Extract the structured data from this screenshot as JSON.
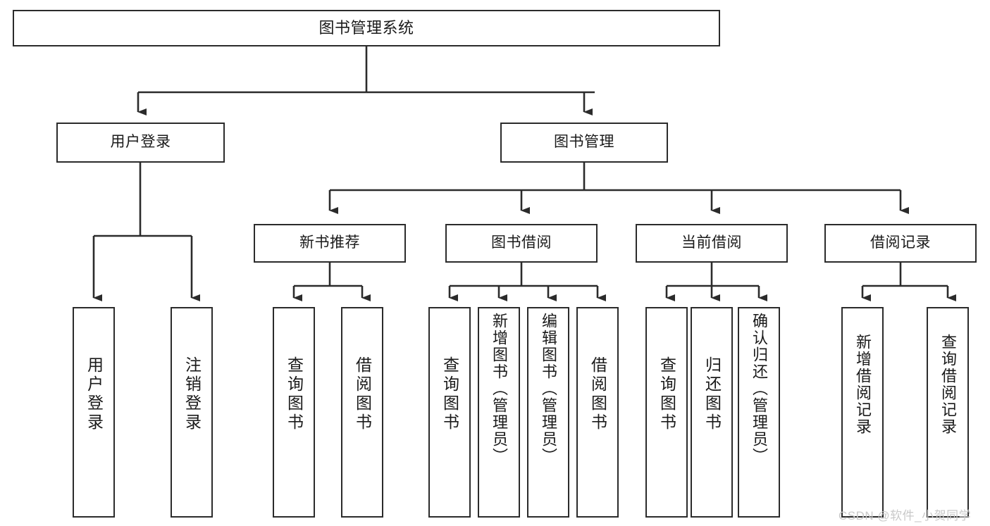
{
  "diagram": {
    "title": "图书管理系统",
    "type": "tree-hierarchy",
    "watermark": "CSDN @软件_小贺同学",
    "style": {
      "box_border": "#2b2b2b",
      "box_fill": "#ffffff",
      "line_color": "#2b2b2b",
      "text_color": "#1a1a1a",
      "watermark_color": "#c9c9c9",
      "background": "#ffffff"
    },
    "nodes": {
      "root": {
        "label": "图书管理系统"
      },
      "level1": [
        {
          "id": "user-login",
          "label": "用户登录"
        },
        {
          "id": "book-manage",
          "label": "图书管理"
        }
      ],
      "level2": [
        {
          "id": "new-book-recommend",
          "label": "新书推荐",
          "parent": "book-manage"
        },
        {
          "id": "book-borrow",
          "label": "图书借阅",
          "parent": "book-manage"
        },
        {
          "id": "current-borrow",
          "label": "当前借阅",
          "parent": "book-manage"
        },
        {
          "id": "borrow-record",
          "label": "借阅记录",
          "parent": "book-manage"
        }
      ],
      "leaves": {
        "user-login": [
          {
            "id": "leaf-user-login",
            "label": "用户登录"
          },
          {
            "id": "leaf-user-logout",
            "label": "注销登录"
          }
        ],
        "new-book-recommend": [
          {
            "id": "leaf-query-book-1",
            "label": "查询图书"
          },
          {
            "id": "leaf-borrow-book-1",
            "label": "借阅图书"
          }
        ],
        "book-borrow": [
          {
            "id": "leaf-query-book-2",
            "label": "查询图书"
          },
          {
            "id": "leaf-add-book",
            "label": "新增图书（管理员）"
          },
          {
            "id": "leaf-edit-book",
            "label": "编辑图书（管理员）"
          },
          {
            "id": "leaf-borrow-book-2",
            "label": "借阅图书"
          }
        ],
        "current-borrow": [
          {
            "id": "leaf-query-book-3",
            "label": "查询图书"
          },
          {
            "id": "leaf-return-book",
            "label": "归还图书"
          },
          {
            "id": "leaf-confirm-return",
            "label": "确认归还（管理员）"
          }
        ],
        "borrow-record": [
          {
            "id": "leaf-add-record",
            "label": "新增借阅记录"
          },
          {
            "id": "leaf-query-record",
            "label": "查询借阅记录"
          }
        ]
      }
    }
  }
}
